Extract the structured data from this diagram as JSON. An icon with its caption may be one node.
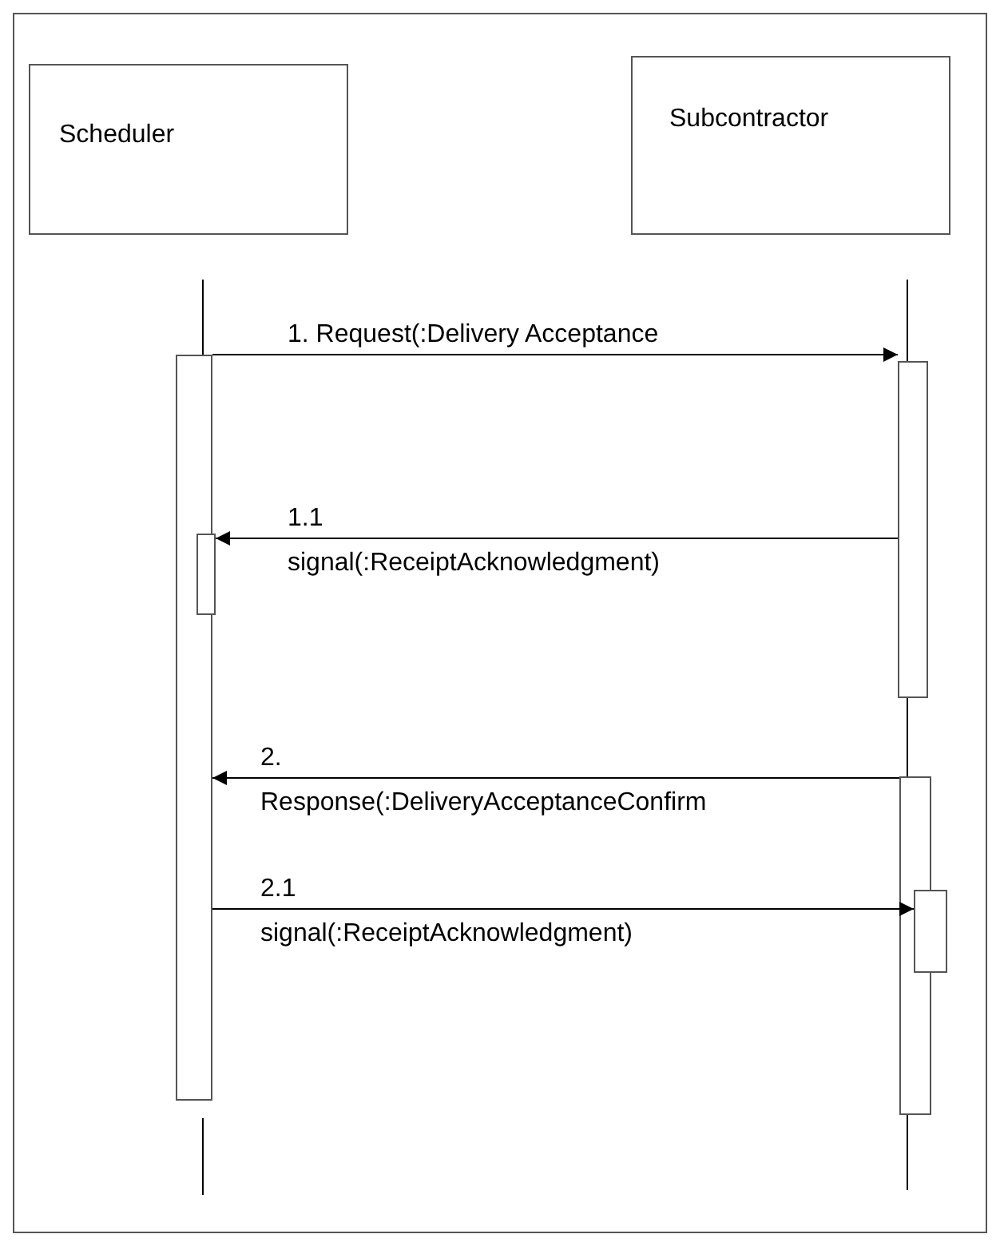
{
  "diagram": {
    "nodes": [
      {
        "text": [
          "Scheduler"
        ]
      },
      {
        "text": [
          "Subcontractor"
        ]
      },
      {
        "text": [],
        "shape": "bar"
      },
      {
        "text": [],
        "shape": "bar"
      },
      {
        "text": [],
        "shape": "bar"
      },
      {
        "text": [],
        "shape": "bar"
      },
      {
        "text": [],
        "shape": "bar"
      }
    ],
    "edges": [
      {
        "from": 2,
        "to": 3,
        "arrow": "to",
        "label": "1. Request(:Delivery Acceptance"
      },
      {
        "from": 3,
        "to": 4,
        "arrow": "to",
        "label": "1.1 signal(:ReceiptAcknowledgment)"
      },
      {
        "from": 5,
        "to": 2,
        "arrow": "to",
        "label": "2. Response(:DeliveryAcceptanceConfirm"
      },
      {
        "from": 2,
        "to": 6,
        "arrow": "to",
        "label": "2.1 signal(:ReceiptAcknowledgment)"
      },
      {
        "from": 3,
        "to": 5,
        "arrow": "none"
      }
    ]
  }
}
